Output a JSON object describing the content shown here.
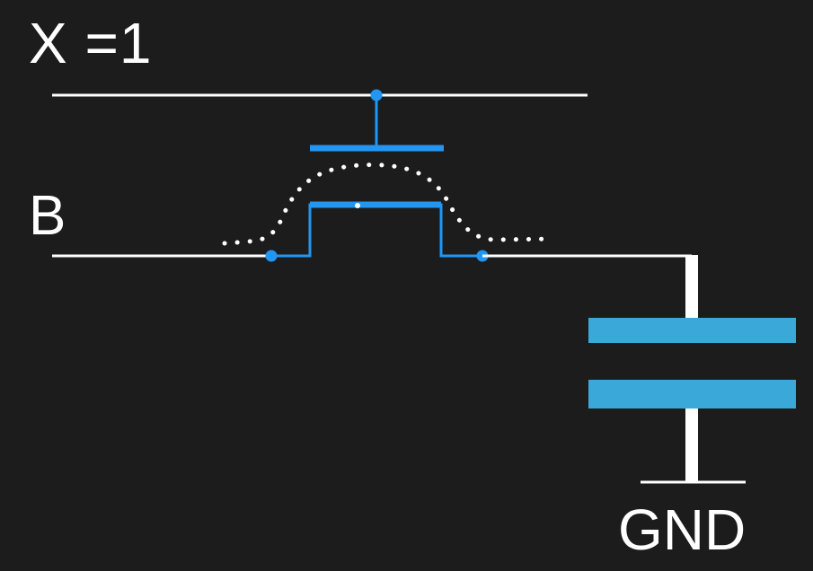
{
  "labels": {
    "word_line": "X =1",
    "bit_line": "B",
    "ground": "GND"
  },
  "colors": {
    "background": "#1c1c1c",
    "wire": "#ffffff",
    "transistor": "#2196f3",
    "capacitor": "#3aa8d8",
    "channel_dots": "#ffffff"
  }
}
